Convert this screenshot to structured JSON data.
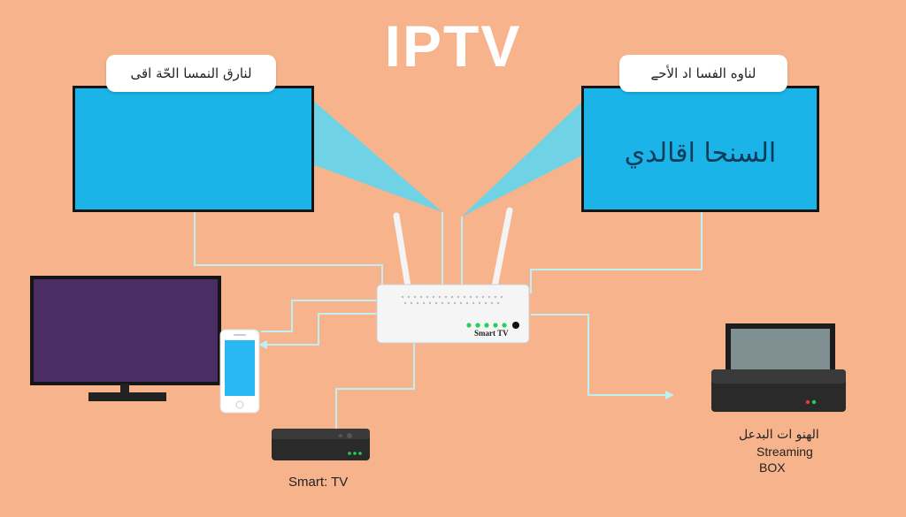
{
  "title": "IPTV",
  "left_screen": {
    "caption": "لنارق النمسا الحّة اقى"
  },
  "right_screen": {
    "caption": "لناوه الفسا اد الأحے",
    "text": "السنحا اقالدي"
  },
  "router": {
    "label": "Smart TV"
  },
  "labels": {
    "settop": "Smart: TV",
    "streaming_ar": "الهنو ات البدعل",
    "streaming_line1": "Streaming",
    "streaming_line2": "BOX"
  },
  "colors": {
    "background": "#F7B38C",
    "screen": "#1BB4E8",
    "beam": "#5FD6EE",
    "wire": "#BDEFF5",
    "led": "#1FD35A"
  }
}
